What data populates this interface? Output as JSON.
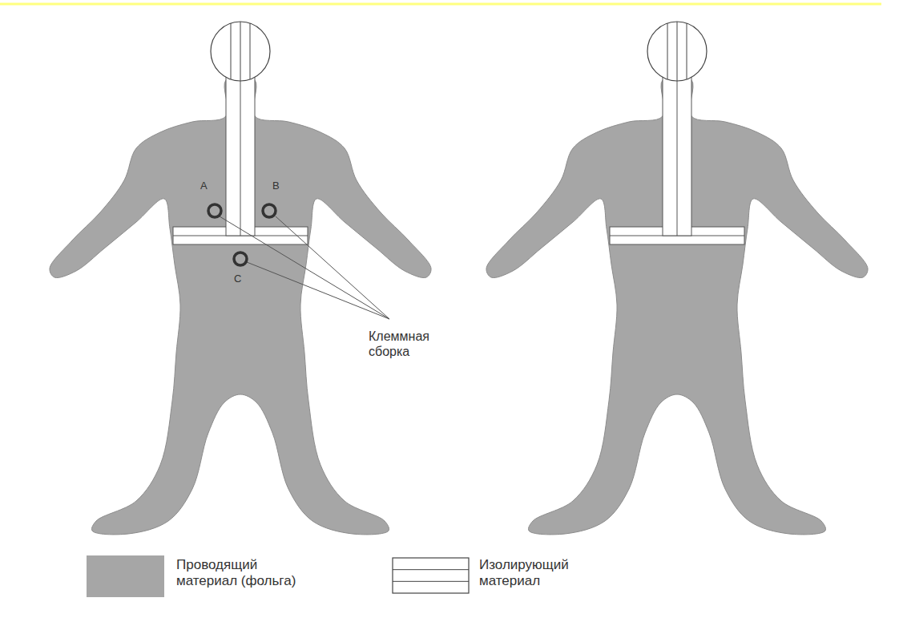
{
  "diagram": {
    "labels": [
      "A",
      "B",
      "C",
      "Клеммная сборка"
    ],
    "legend": [
      {
        "text": "Проводящий материал (фольга)",
        "color": "#a6a6a6"
      },
      {
        "text": "Изолирующий материал"
      }
    ]
  }
}
